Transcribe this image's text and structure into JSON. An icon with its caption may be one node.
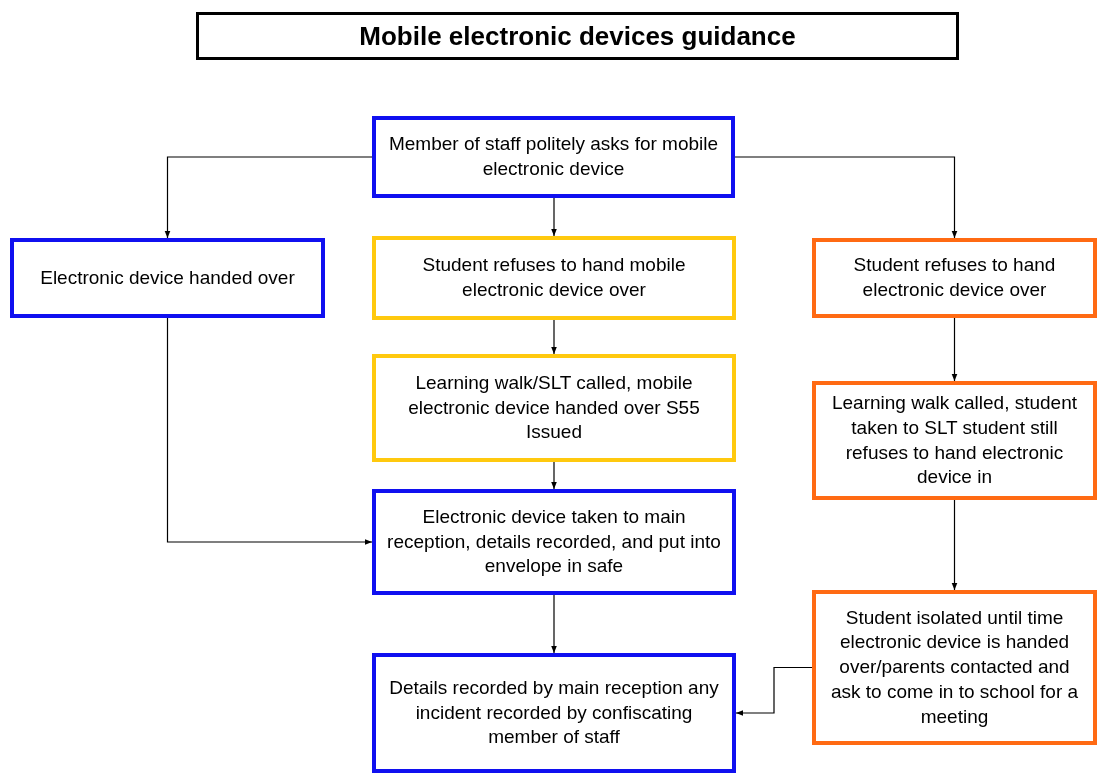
{
  "diagram": {
    "title": "Mobile electronic devices guidance",
    "nodes": [
      {
        "text": [
          "Member of staff politely asks for mobile electronic device"
        ]
      },
      {
        "text": [
          "Electronic device handed over"
        ]
      },
      {
        "text": [
          "Student refuses to hand mobile electronic device over"
        ]
      },
      {
        "text": [
          "Student refuses to hand electronic device over"
        ]
      },
      {
        "text": [
          "Learning walk/SLT called, mobile electronic device handed over S55 Issued"
        ]
      },
      {
        "text": [
          "Learning walk called, student taken to SLT student still refuses to hand electronic device in"
        ]
      },
      {
        "text": [
          "Electronic device taken to main reception, details recorded, and put into envelope in safe"
        ]
      },
      {
        "text": [
          "Details recorded by main reception any incident recorded by confiscating member of staff"
        ]
      },
      {
        "text": [
          "Student isolated until time electronic device is handed over/parents contacted and ask to come in to school for a meeting"
        ]
      }
    ],
    "edges": [
      {
        "from": 0,
        "to": 1,
        "arrow": "to"
      },
      {
        "from": 0,
        "to": 2,
        "arrow": "to"
      },
      {
        "from": 0,
        "to": 3,
        "arrow": "to"
      },
      {
        "from": 2,
        "to": 4,
        "arrow": "to"
      },
      {
        "from": 4,
        "to": 6,
        "arrow": "to"
      },
      {
        "from": 1,
        "to": 6,
        "arrow": "to"
      },
      {
        "from": 3,
        "to": 5,
        "arrow": "to"
      },
      {
        "from": 5,
        "to": 8,
        "arrow": "to"
      },
      {
        "from": 6,
        "to": 7,
        "arrow": "to"
      },
      {
        "from": 8,
        "to": 7,
        "arrow": "to"
      }
    ]
  }
}
